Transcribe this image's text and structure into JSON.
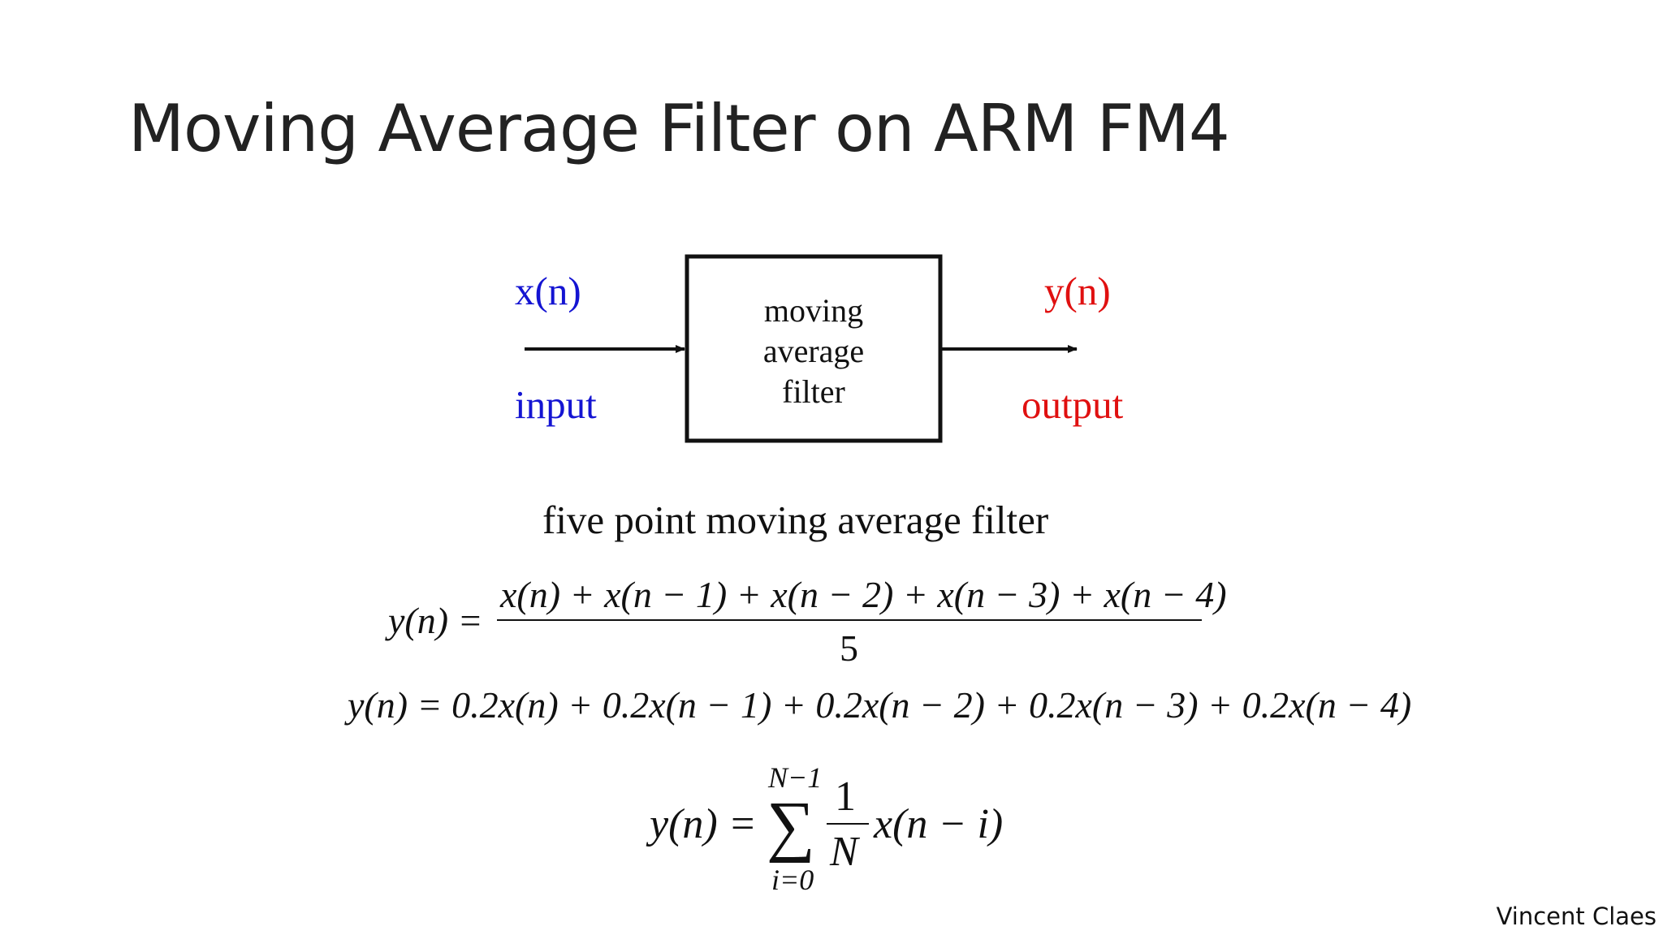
{
  "slide": {
    "title": "Moving Average Filter on ARM FM4",
    "author": "Vincent Claes"
  },
  "diagram": {
    "input_signal": "x(n)",
    "input_label": "input",
    "output_signal": "y(n)",
    "output_label": "output",
    "block_lines": [
      "moving",
      "average",
      "filter"
    ],
    "colors": {
      "input": "#1414d2",
      "output": "#e01010",
      "block": "#111111"
    }
  },
  "formulas": {
    "caption": "five point moving average filter",
    "eq1_lhs": "y(n) =",
    "eq1_numerator": "x(n) + x(n − 1) + x(n − 2) + x(n − 3) + x(n − 4)",
    "eq1_denominator": "5",
    "eq2": "y(n) = 0.2x(n) + 0.2x(n − 1) + 0.2x(n − 2) + 0.2x(n − 3) + 0.2x(n − 4)",
    "eq3_lhs": "y(n) =",
    "eq3_sum_upper": "N−1",
    "eq3_sum_lower": "i=0",
    "eq3_sum_symbol": "∑",
    "eq3_frac_num": "1",
    "eq3_frac_den": "N",
    "eq3_term": "x(n − i)"
  }
}
